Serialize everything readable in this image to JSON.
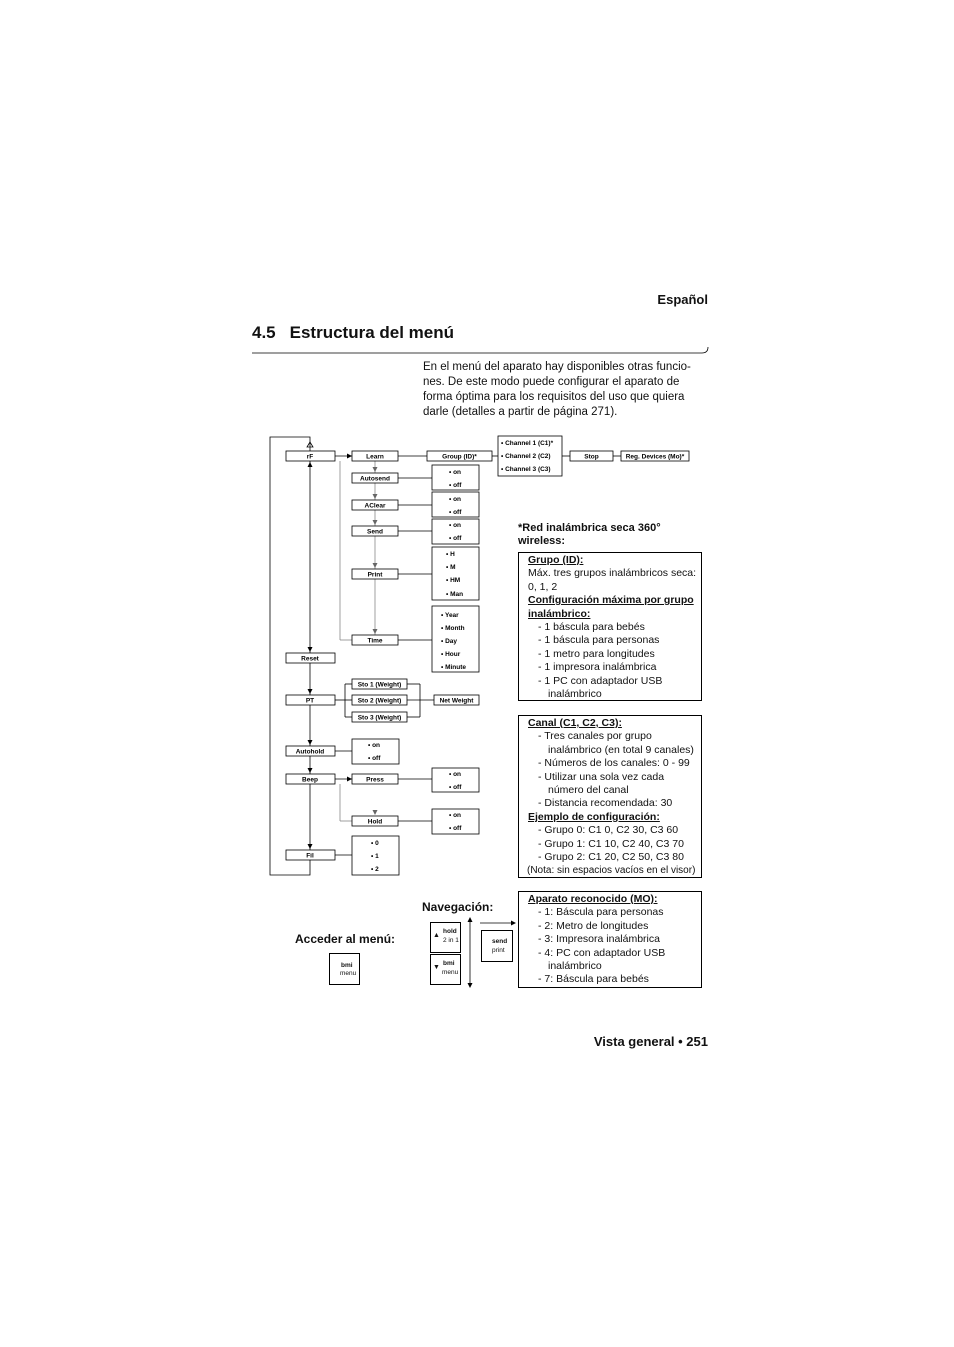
{
  "header": {
    "language": "Español"
  },
  "section": {
    "number": "4.5",
    "title": "Estructura del menú"
  },
  "intro": "En el menú del aparato hay disponibles otras funcio­nes. De este modo puede configurar el aparato de forma óptima para los requisitos del uso que quiera darle (detalles a partir de página 271).",
  "diagram": {
    "rf": "rF",
    "reset": "Reset",
    "pt": "PT",
    "autohold": "Autohold",
    "beep": "Beep",
    "fil": "Fil",
    "learn": "Learn",
    "autosend": "Autosend",
    "aclear": "AClear",
    "send": "Send",
    "print": "Print",
    "time": "Time",
    "group_id": "Group (ID)*",
    "channels": [
      "• Channel 1 (C1)*",
      "• Channel 2 (C2)",
      "• Channel 3 (C3)"
    ],
    "stop": "Stop",
    "reg_devices": "Reg. Devices (Mo)*",
    "on": "• on",
    "off": "• off",
    "print_opts": [
      "• H",
      "• M",
      "• HM",
      "• Man"
    ],
    "time_opts": [
      "• Year",
      "• Month",
      "• Day",
      "• Hour",
      "• Minute"
    ],
    "sto": [
      "Sto 1 (Weight)",
      "Sto 2 (Weight)",
      "Sto 3 (Weight)"
    ],
    "net_weight": "Net Weight",
    "press": "Press",
    "hold": "Hold",
    "fil_opts": [
      "• 0",
      "• 1",
      "• 2"
    ]
  },
  "wireless_note": "*Red inalámbrica seca 360° wireless:",
  "panel1": {
    "h1": "Grupo (ID):",
    "t1": "Máx. tres grupos inalámbricos seca: 0, 1, 2",
    "h2": "Configuración máxima por grupo inalámbrico:",
    "items": [
      "1 báscula para bebés",
      "1 báscula para personas",
      "1 metro para longitudes",
      "1 impresora inalámbrica",
      "1 PC con adaptador USB inalámbrico"
    ]
  },
  "panel2": {
    "h1": "Canal (C1, C2, C3):",
    "items1": [
      "Tres canales por grupo inalámbrico (en total 9 canales)",
      "Números de los canales: 0 - 99",
      "Utilizar una sola vez cada número del canal",
      "Distancia recomendada: 30"
    ],
    "h2": "Ejemplo de configuración:",
    "items2": [
      "Grupo 0: C1 0, C2 30, C3 60",
      "Grupo 1: C1 10, C2 40, C3 70",
      "Grupo 2: C1 20, C2 50, C3 80"
    ],
    "note": "(Nota: sin espacios vacíos en el visor)"
  },
  "panel3": {
    "h1": "Aparato reconocido (MO):",
    "items": [
      "1: Báscula para personas",
      "2: Metro de longitudes",
      "3: Impresora inalámbrica",
      "4: PC con adaptador USB inalámbrico",
      "7: Báscula para bebés"
    ]
  },
  "nav": {
    "access_label": "Acceder al menú:",
    "nav_label": "Navegación:",
    "key_bmi": "bmi",
    "key_menu": "menu",
    "key_hold": "hold",
    "key_2in1": "2 in 1",
    "key_send": "send",
    "key_print": "print"
  },
  "footer": "Vista general • 251"
}
